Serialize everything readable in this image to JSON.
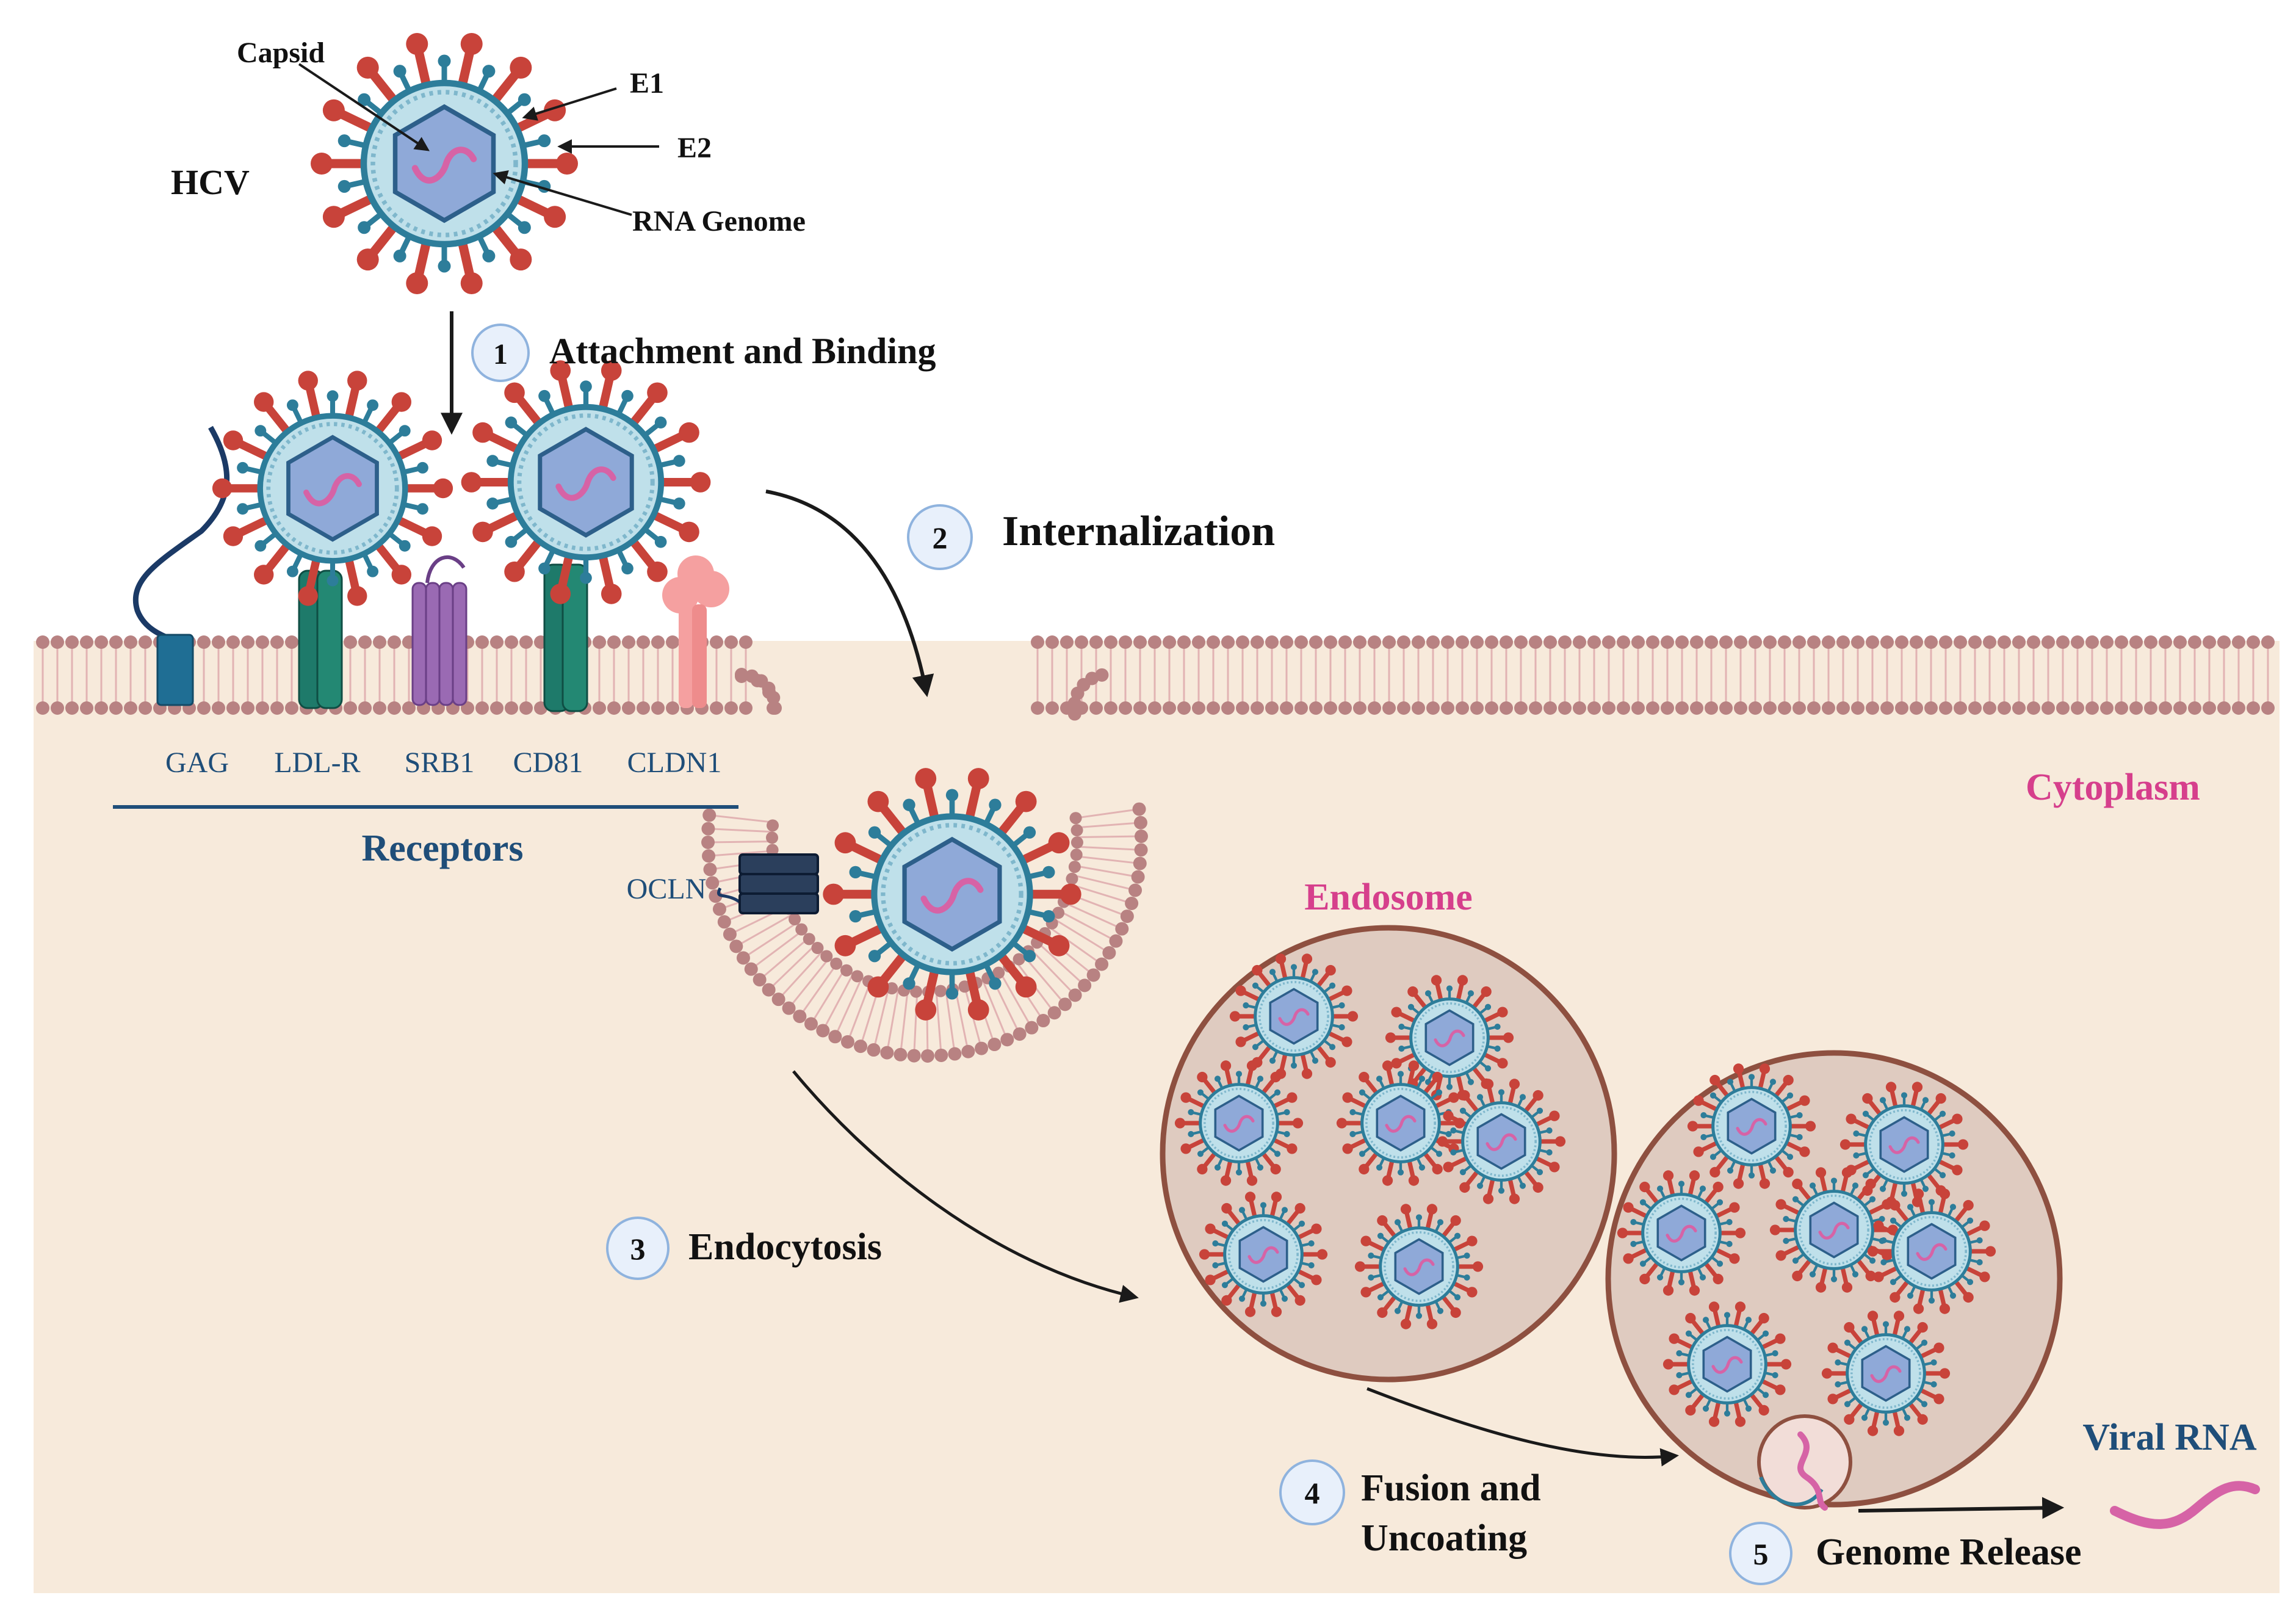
{
  "virion": {
    "title": "HCV",
    "labels": {
      "capsid": "Capsid",
      "e1": "E1",
      "e2": "E2",
      "rna": "RNA Genome"
    }
  },
  "receptors": {
    "items": [
      "GAG",
      "LDL-R",
      "SRB1",
      "CD81",
      "CLDN1"
    ],
    "group_label": "Receptors",
    "ocln": "OCLN"
  },
  "steps": [
    {
      "num": "1",
      "text": [
        "Attachment and Binding"
      ]
    },
    {
      "num": "2",
      "text": [
        "Internalization"
      ]
    },
    {
      "num": "3",
      "text": [
        "Endocytosis"
      ]
    },
    {
      "num": "4",
      "text": [
        "Fusion and",
        "Uncoating"
      ]
    },
    {
      "num": "5",
      "text": [
        "Genome Release"
      ]
    }
  ],
  "regions": {
    "cytoplasm": "Cytoplasm",
    "endosome": "Endosome",
    "viral_rna": "Viral RNA"
  },
  "colors": {
    "cytoplasm": "#f7eadb",
    "membrane": "#b88282",
    "endosome_fill": "#dfcbc0",
    "endosome_border": "#8e5040",
    "spike": "#c8433a",
    "spike_core": "#2d7d9a",
    "capsid": "#8fa9d8",
    "capsid_border": "#2d5f8a",
    "rna": "#d663a6",
    "text_blue": "#1f4e79",
    "text_pink": "#d63f8c"
  }
}
